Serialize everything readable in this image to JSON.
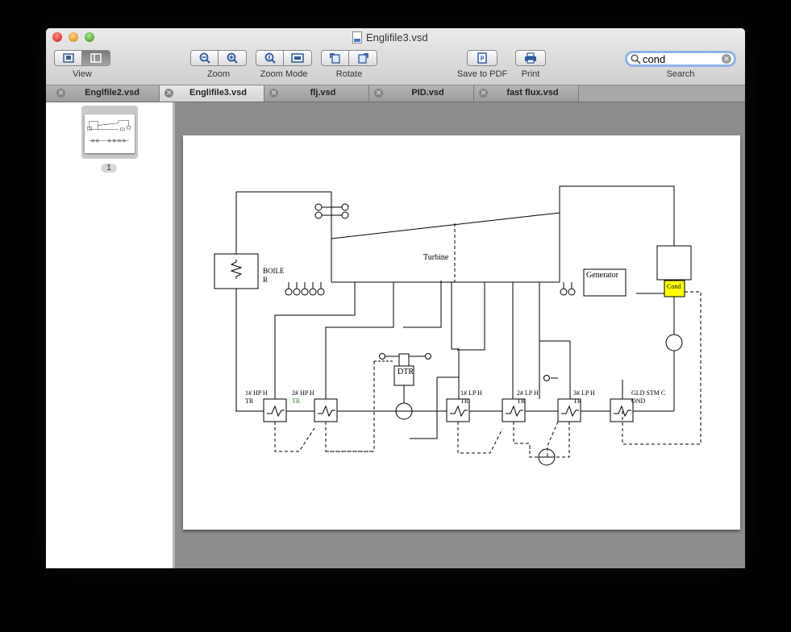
{
  "window": {
    "title": "Englifile3.vsd"
  },
  "toolbar": {
    "view_label": "View",
    "zoom_label": "Zoom",
    "zoom_mode_label": "Zoom Mode",
    "rotate_label": "Rotate",
    "save_pdf_label": "Save to PDF",
    "print_label": "Print",
    "search_label": "Search",
    "search_value": "cond"
  },
  "tabs": [
    {
      "label": "Englfile2.vsd",
      "active": false
    },
    {
      "label": "Englifile3.vsd",
      "active": true
    },
    {
      "label": "flj.vsd",
      "active": false
    },
    {
      "label": "PID.vsd",
      "active": false
    },
    {
      "label": "fast flux.vsd",
      "active": false
    }
  ],
  "sidebar": {
    "page_number": "1"
  },
  "diagram": {
    "boiler_line1": "BOILE",
    "boiler_line2": "R",
    "turbine": "Turbine",
    "generator": "Generator",
    "cond": "Cond",
    "dtr": "DTR",
    "hp1_line1": "1# HP H",
    "hp1_line2": "TR",
    "hp2_line1": "2# HP H",
    "hp2_line2": "TR",
    "lp1_line1": "1# LP H",
    "lp1_line2": "TR",
    "lp2_line1": "2# LP H",
    "lp2_line2": "TR",
    "lp3_line1": "3# LP H",
    "lp3_line2": "TR",
    "gld_line1": "GLD STM C",
    "gld_line2": "OND",
    "highlight_color": "#ffff00"
  }
}
